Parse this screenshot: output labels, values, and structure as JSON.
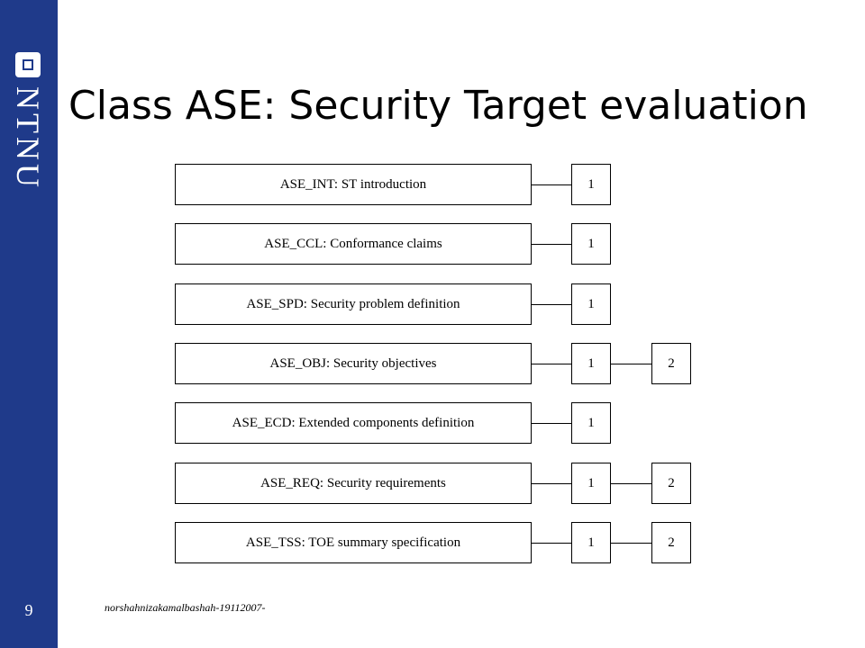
{
  "slide": {
    "title": "Class ASE: Security Target evaluation",
    "number": "9",
    "footer": "norshahnizakamalbashah-19112007-"
  },
  "branding": {
    "logo_text": "NTNU",
    "sidebar_color": "#1f3a8a"
  },
  "families": [
    {
      "label": "ASE_INT: ST introduction",
      "levels": [
        "1"
      ]
    },
    {
      "label": "ASE_CCL: Conformance claims",
      "levels": [
        "1"
      ]
    },
    {
      "label": "ASE_SPD: Security problem definition",
      "levels": [
        "1"
      ]
    },
    {
      "label": "ASE_OBJ: Security objectives",
      "levels": [
        "1",
        "2"
      ]
    },
    {
      "label": "ASE_ECD: Extended components definition",
      "levels": [
        "1"
      ]
    },
    {
      "label": "ASE_REQ: Security requirements",
      "levels": [
        "1",
        "2"
      ]
    },
    {
      "label": "ASE_TSS: TOE summary specification",
      "levels": [
        "1",
        "2"
      ]
    }
  ]
}
